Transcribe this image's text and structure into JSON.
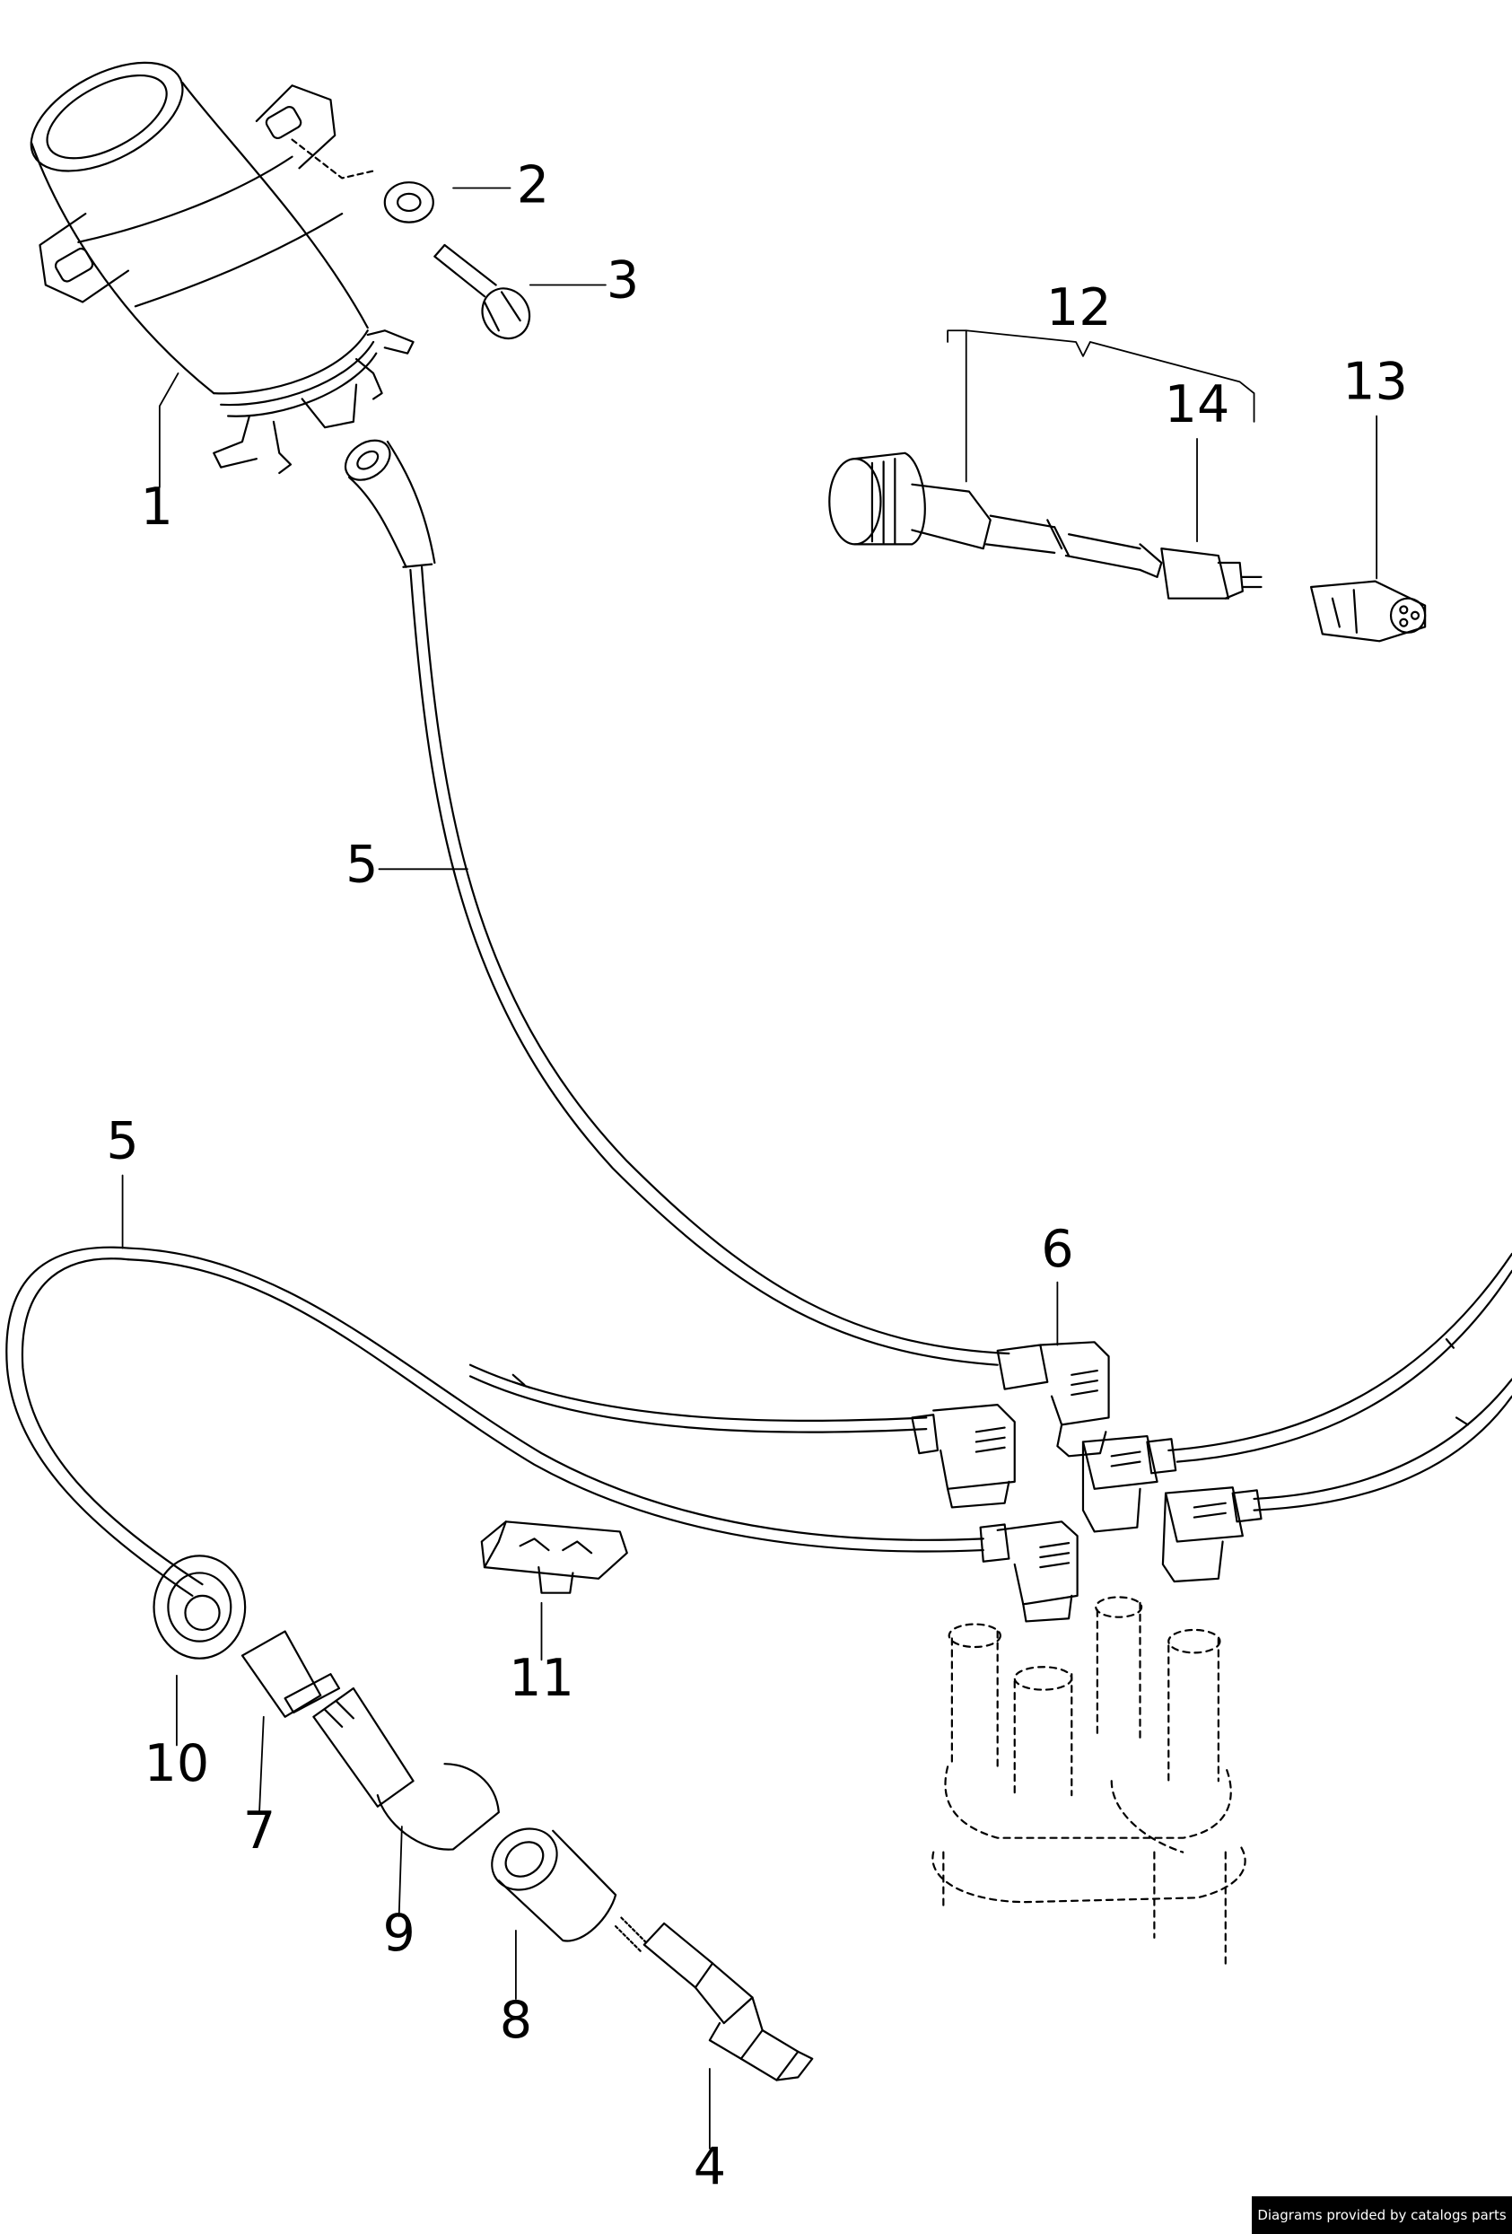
{
  "labels": {
    "l1": "1",
    "l2": "2",
    "l3": "3",
    "l4": "4",
    "l5a": "5",
    "l5b": "5",
    "l6": "6",
    "l7": "7",
    "l8": "8",
    "l9": "9",
    "l10": "10",
    "l11": "11",
    "l12": "12",
    "l13": "13",
    "l14": "14"
  },
  "credit": "Diagrams provided by catalogs parts",
  "colors": {
    "line": "#000000",
    "background": "#ffffff",
    "credit_bg": "#000000",
    "credit_text": "#ffffff"
  }
}
